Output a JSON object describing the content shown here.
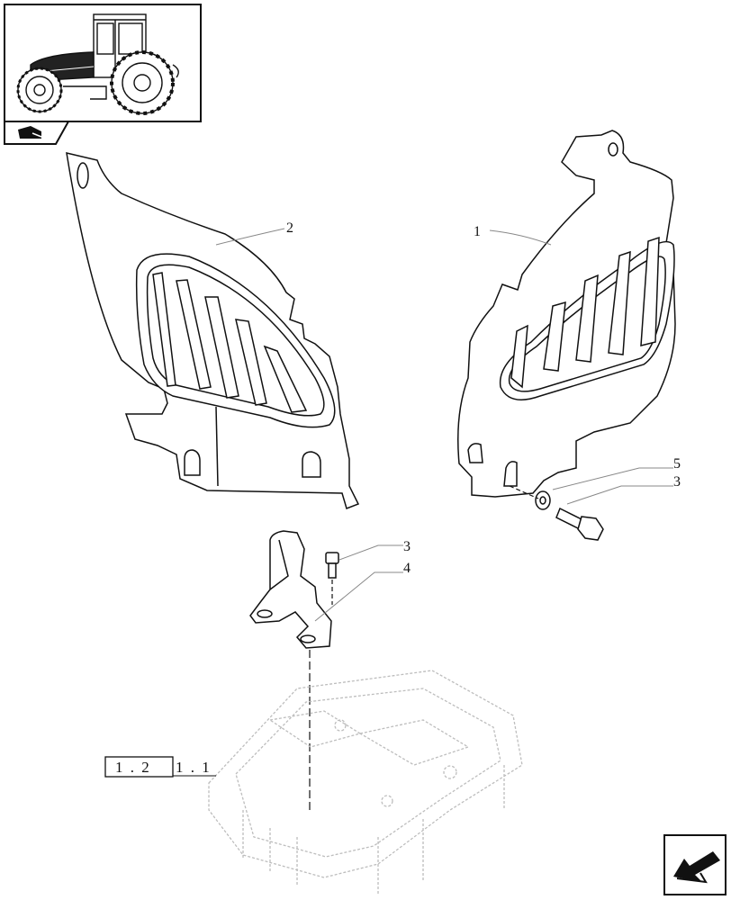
{
  "thumbnail": {
    "icon": "tractor-cab-thumbnail-icon"
  },
  "nav": {
    "previous_icon": "tractor-previous-page-icon",
    "next_icon": "next-page-arrow-icon"
  },
  "callouts": [
    {
      "id": "callout-1",
      "text": "1"
    },
    {
      "id": "callout-2",
      "text": "2"
    },
    {
      "id": "callout-5",
      "text": "5"
    },
    {
      "id": "callout-3a",
      "text": "3"
    },
    {
      "id": "callout-3b",
      "text": "3"
    },
    {
      "id": "callout-4",
      "text": "4"
    }
  ],
  "reference": {
    "box_text": "1 . 2",
    "suffix": "1 . 1"
  },
  "colors": {
    "line": "#111111",
    "ghost": "#bdbdbd"
  }
}
